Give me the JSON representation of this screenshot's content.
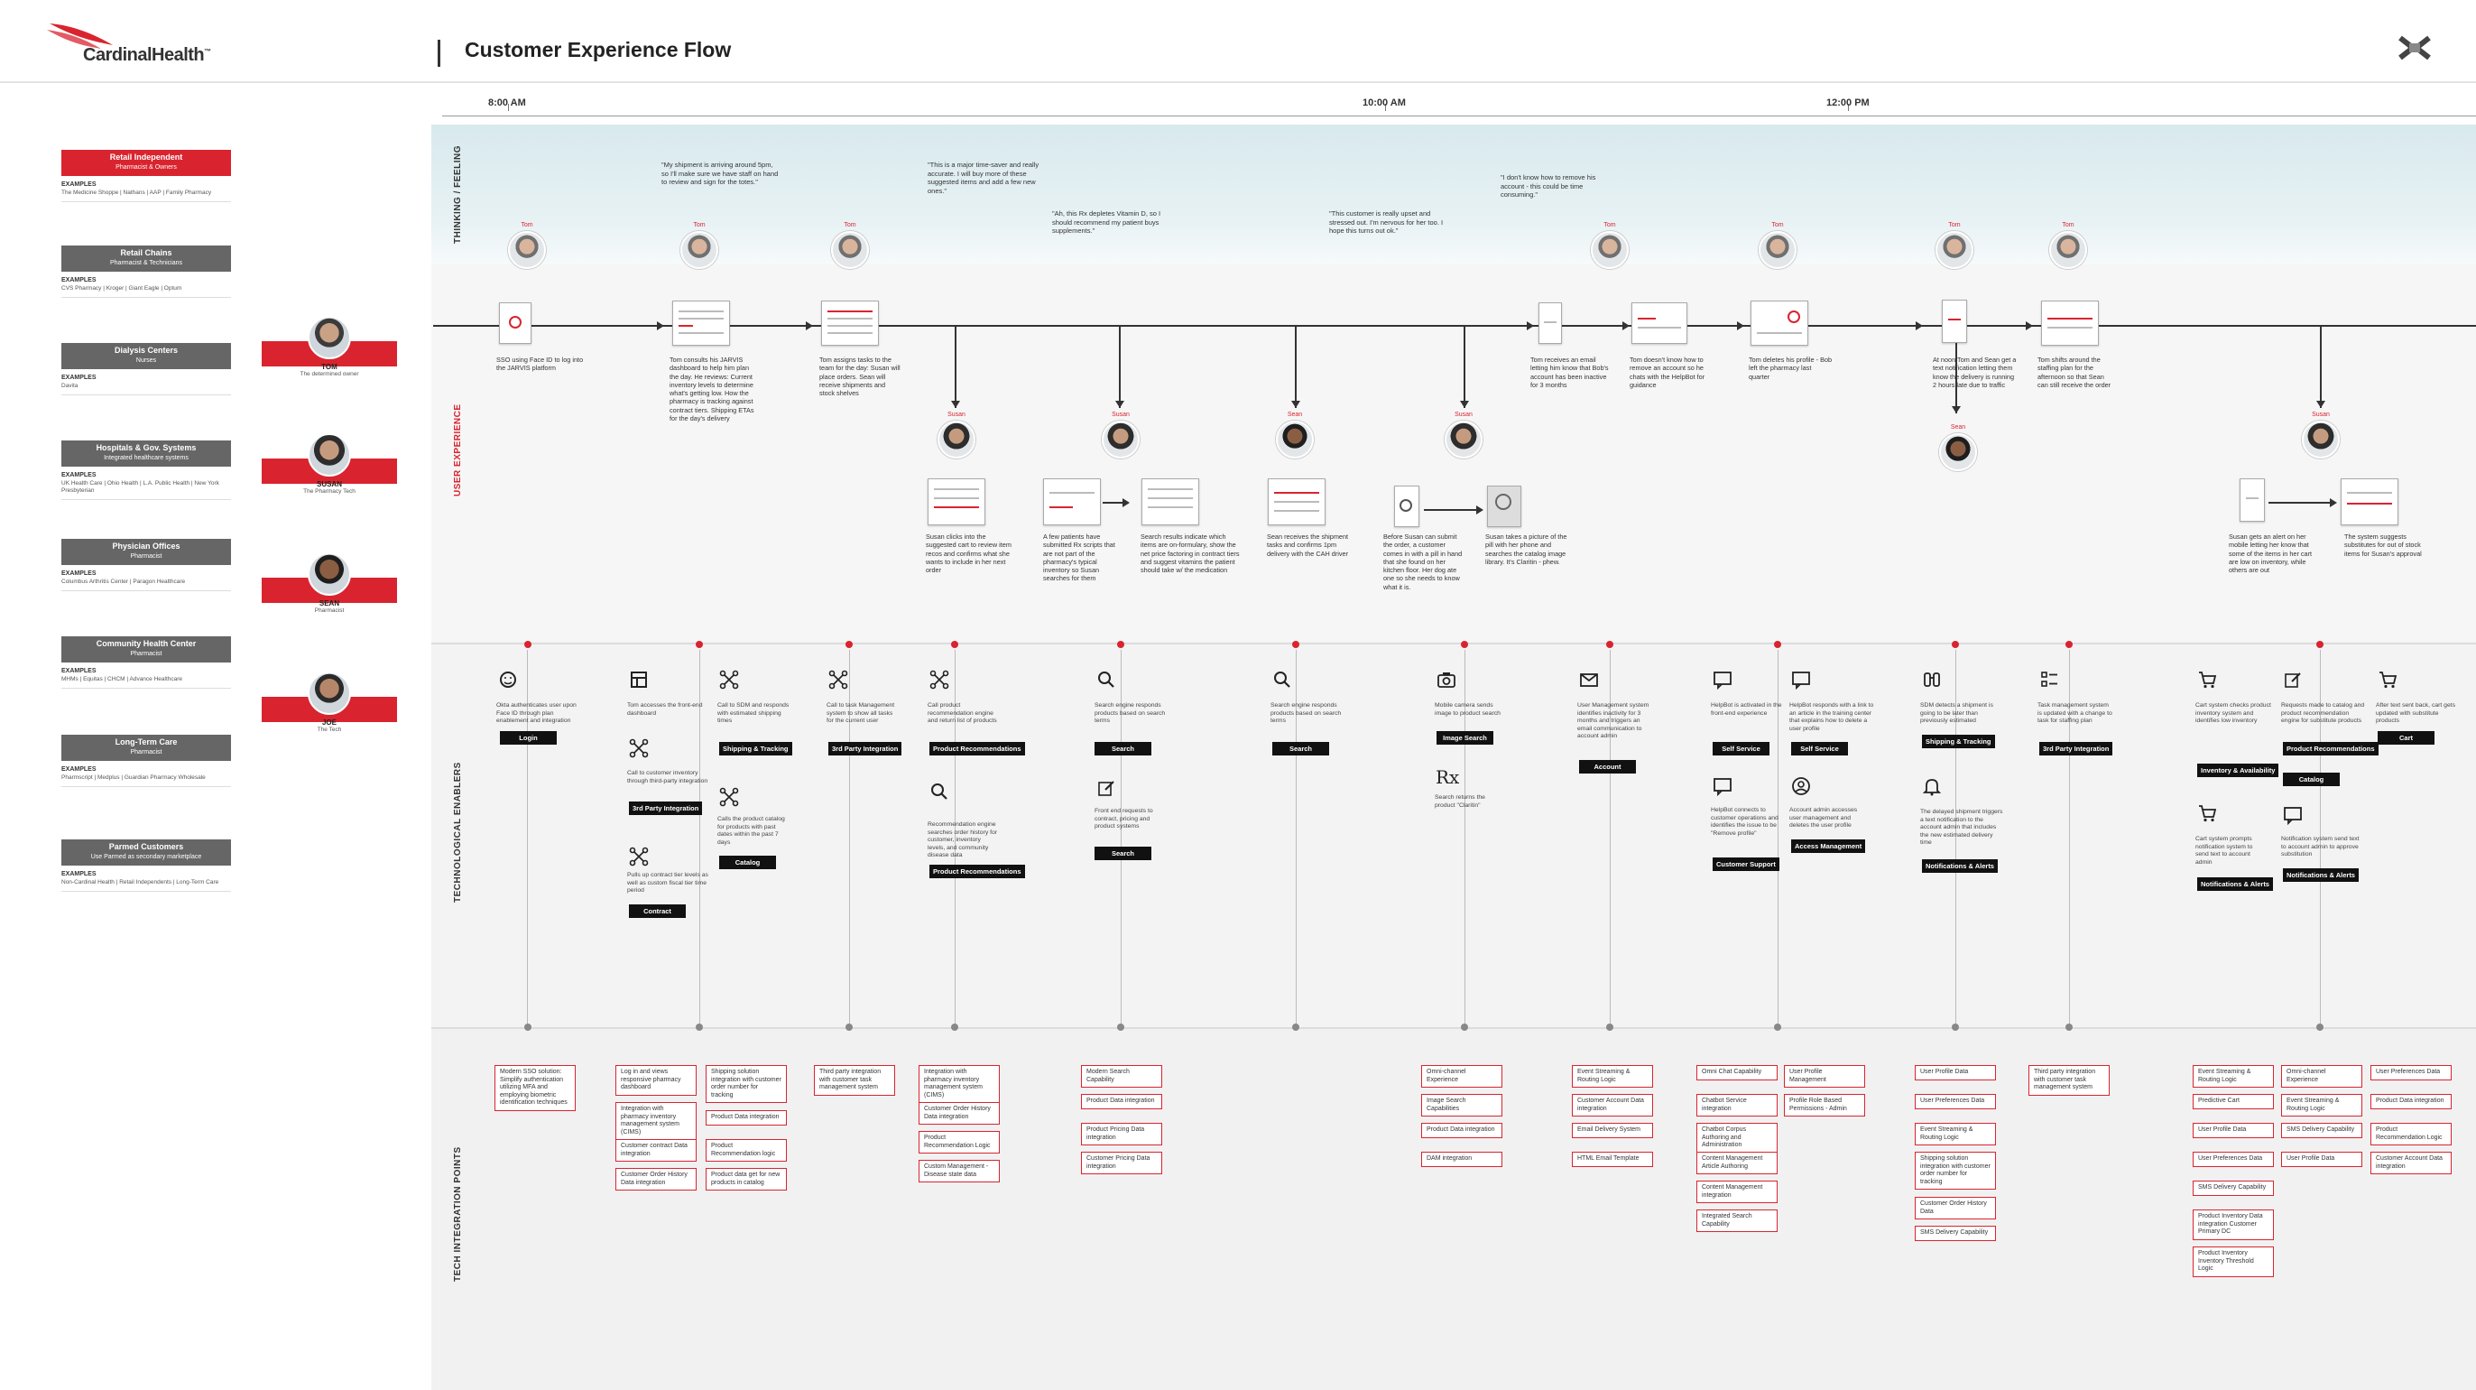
{
  "header": {
    "logo_text": "CardinalHealth",
    "logo_tm": "™",
    "title": "Customer Experience Flow",
    "brand_color": "#d9242f"
  },
  "timeline": {
    "times": [
      "8:00 AM",
      "10:00 AM",
      "12:00 PM"
    ]
  },
  "bands": {
    "thinking": "THINKING / FEELING",
    "ux": "USER EXPERIENCE",
    "tech": "TECHNOLOGICAL ENABLERS",
    "tip": "TECH INTEGRATION POINTS"
  },
  "segments": [
    {
      "name": "Retail Independent",
      "sub": "Pharmacist & Owners",
      "color": "#d9242f",
      "examples_label": "EXAMPLES",
      "list": "The Medicine Shoppe | Nathans | AAP | Family Pharmacy"
    },
    {
      "name": "Retail Chains",
      "sub": "Pharmacist & Technicians",
      "color": "#666666",
      "examples_label": "EXAMPLES",
      "list": "CVS Pharmacy | Kroger | Giant Eagle | Optum"
    },
    {
      "name": "Dialysis Centers",
      "sub": "Nurses",
      "color": "#666666",
      "examples_label": "EXAMPLES",
      "list": "Davita"
    },
    {
      "name": "Hospitals & Gov. Systems",
      "sub": "Integrated healthcare systems",
      "color": "#666666",
      "examples_label": "EXAMPLES",
      "list": "UK Health Care | Ohio Health | L.A. Public Health | New York Presbyterian"
    },
    {
      "name": "Physician Offices",
      "sub": "Pharmacist",
      "color": "#666666",
      "examples_label": "EXAMPLES",
      "list": "Columbus Arthritis Center | Paragon Healthcare"
    },
    {
      "name": "Community Health Center",
      "sub": "Pharmacist",
      "color": "#666666",
      "examples_label": "EXAMPLES",
      "list": "MHMs | Equitas | CHCM | Advance Healthcare"
    },
    {
      "name": "Long-Term Care",
      "sub": "Pharmacist",
      "color": "#666666",
      "examples_label": "EXAMPLES",
      "list": "Pharmscript | Medplus | Guardian Pharmacy Wholesale"
    },
    {
      "name": "Parmed Customers",
      "sub": "Use Parmed as secondary marketplace",
      "color": "#666666",
      "examples_label": "EXAMPLES",
      "list": "Non-Cardinal Health | Retail Independents | Long-Term Care"
    }
  ],
  "personas": [
    {
      "name": "TOM",
      "role": "The determined owner"
    },
    {
      "name": "SUSAN",
      "role": "The Pharmacy Tech"
    },
    {
      "name": "SEAN",
      "role": "Pharmacist"
    },
    {
      "name": "JOE",
      "role": "The Tech"
    }
  ],
  "quotes": [
    "\"My shipment is arriving around 5pm, so I'll make sure we have staff on hand to review and sign for the totes.\"",
    "\"This is a major time-saver and really accurate. I will buy more of these suggested items and add a few new ones.\"",
    "\"Ah, this Rx depletes Vitamin D, so I should recommend my patient buys supplements.\"",
    "\"This customer is really upset and stressed out. I'm nervous for her too. I hope this turns out ok.\"",
    "\"I don't know how to remove his account - this could be time consuming.\""
  ],
  "actors": [
    {
      "name": "Tom",
      "type": "tom"
    },
    {
      "name": "Tom",
      "type": "tom"
    },
    {
      "name": "Tom",
      "type": "tom"
    },
    {
      "name": "Tom",
      "type": "tom"
    },
    {
      "name": "Tom",
      "type": "tom"
    },
    {
      "name": "Tom",
      "type": "tom"
    },
    {
      "name": "Tom",
      "type": "tom"
    },
    {
      "name": "Susan",
      "type": "susan"
    },
    {
      "name": "Susan",
      "type": "susan"
    },
    {
      "name": "Sean",
      "type": "sean"
    },
    {
      "name": "Susan",
      "type": "susan"
    },
    {
      "name": "Sean",
      "type": "sean"
    },
    {
      "name": "Susan",
      "type": "susan"
    }
  ],
  "ux_steps": [
    "SSO using Face ID to log into the JARVIS platform",
    "Tom consults his JARVIS dashboard to help him plan the day. He reviews: Current inventory levels to determine what's getting low. How the pharmacy is tracking against contract tiers. Shipping ETAs for the day's delivery",
    "Tom assigns tasks to the team for the day: Susan will place orders. Sean will receive shipments and stock shelves",
    "Susan clicks into the suggested cart to review item recos and confirms what she wants to include in her next order",
    "A few patients have submitted Rx scripts that are not part of the pharmacy's typical inventory so Susan searches for them",
    "Search results indicate which items are on-formulary, show the net price factoring in contract tiers and suggest vitamins the patient should take w/ the medication",
    "Sean receives the shipment tasks and confirms 1pm delivery with the CAH driver",
    "Before Susan can submit the order, a customer comes in with a pill in hand that she found on her kitchen floor. Her dog ate one so she needs to know what it is.",
    "Susan takes a picture of the pill with her phone and searches the catalog image library. It's Claritin - phew.",
    "Tom receives an email letting him know that Bob's account has been inactive for 3 months",
    "Tom doesn't know how to remove an account so he chats with the HelpBot for guidance",
    "Tom deletes his profile - Bob left the pharmacy last quarter",
    "At noon Tom and Sean get a text notification letting them know the delivery is running 2 hours late due to traffic",
    "Tom shifts around the staffing plan for the afternoon so that Sean can still receive the order",
    "Susan gets an alert on her mobile letting her know that some of the items in her cart are low on inventory, while others are out",
    "The system suggests substitutes for out of stock items for Susan's approval"
  ],
  "tech": [
    {
      "desc": "Okta authenticates user upon Face ID through plan enablement and integration",
      "badge": "Login"
    },
    {
      "desc": "Tom accesses the front-end dashboard",
      "badge": ""
    },
    {
      "desc": "Call to customer inventory through third-party integration",
      "badge": "3rd Party Integration"
    },
    {
      "desc": "Pulls up contract tier levels as well as custom fiscal tier time period",
      "badge": "Contract"
    },
    {
      "desc": "Call to SDM and responds with estimated shipping times",
      "badge": "Shipping & Tracking"
    },
    {
      "desc": "Calls the product catalog for products with past dates within the past 7 days",
      "badge": "Catalog"
    },
    {
      "desc": "Call to task Management system to show all tasks for the current user",
      "badge": "3rd Party Integration"
    },
    {
      "desc": "Call product recommendation engine and return list of products",
      "badge": "Product Recommendations"
    },
    {
      "desc": "Recommendation engine searches order history for customer, inventory levels, and community disease data",
      "badge": "Product Recommendations"
    },
    {
      "desc": "Search engine responds products based on search terms",
      "badge": "Search"
    },
    {
      "desc": "Front end requests to contract, pricing and product systems",
      "badge": "Search"
    },
    {
      "desc": "Search engine responds products based on search terms",
      "badge": "Search"
    },
    {
      "desc": "Mobile camera sends image to product search",
      "badge": "Image Search"
    },
    {
      "desc": "Search returns the product \"Claritin\"",
      "badge": ""
    },
    {
      "desc": "User Management system identifies inactivity for 3 months and triggers an email communication to account admin",
      "badge": "Account"
    },
    {
      "desc": "HelpBot is activated in the front-end experience",
      "badge": "Self Service"
    },
    {
      "desc": "HelpBot connects to customer operations and identifies the issue to be \"Remove profile\"",
      "badge": "Customer Support"
    },
    {
      "desc": "HelpBot responds with a link to an article in the training center that explains how to delete a user profile",
      "badge": "Self Service"
    },
    {
      "desc": "Account admin accesses user management and deletes the user profile",
      "badge": "Access Management"
    },
    {
      "desc": "SDM detects a shipment is going to be later than previously estimated",
      "badge": "Shipping & Tracking"
    },
    {
      "desc": "The delayed shipment triggers a text notification to the account admin that includes the new estimated delivery time",
      "badge": "Notifications & Alerts"
    },
    {
      "desc": "Task management system is updated with a change to task for staffing plan",
      "badge": "3rd Party Integration"
    },
    {
      "desc": "Cart system checks product inventory system and identifies low inventory",
      "badge": "Inventory & Availability"
    },
    {
      "desc": "Cart system prompts notification system to send text to account admin",
      "badge": "Notifications & Alerts"
    },
    {
      "desc": "Requests made to catalog and product recommendation engine for substitute products",
      "badge": "Product Recommendations"
    },
    {
      "desc": "",
      "badge": "Catalog"
    },
    {
      "desc": "Notification system send text to account admin to approve substitution",
      "badge": "Notifications & Alerts"
    },
    {
      "desc": "After text sent back, cart gets updated with substitute products",
      "badge": "Cart"
    }
  ],
  "tip": [
    [
      "Modern SSO solution: Simplify authentication utilizing MFA and employing biometric identification techniques"
    ],
    [
      "Log in and views responsive pharmacy dashboard",
      "Integration with pharmacy inventory management system (CIMS)",
      "Customer contract Data integration",
      "Customer Order History Data integration"
    ],
    [
      "Shipping solution integration with customer order number for tracking",
      "Product Data integration",
      "Product Recommendation logic",
      "Product data get for new products in catalog"
    ],
    [
      "Third party integration with customer task management system"
    ],
    [
      "Integration with pharmacy inventory management system (CIMS)",
      "Customer Order History Data integration",
      "Product Recommendation Logic",
      "Custom Management - Disease state data"
    ],
    [
      "Modern Search Capability",
      "Product Data integration",
      "Product Pricing Data integration",
      "Customer Pricing Data integration"
    ],
    [
      "Omni-channel Experience",
      "Image Search Capabilities",
      "Product Data integration",
      "DAM integration"
    ],
    [
      "Event Streaming & Routing Logic",
      "Customer Account Data integration",
      "Email Delivery System",
      "HTML Email Template"
    ],
    [
      "Omni Chat Capability",
      "Chatbot Service integration",
      "Chatbot Corpus Authoring and Administration",
      "Content Management Article Authoring",
      "Content Management integration",
      "Integrated Search Capability"
    ],
    [
      "User Profile Management",
      "Profile Role Based Permissions - Admin"
    ],
    [
      "User Profile Data",
      "User Preferences Data",
      "Event Streaming & Routing Logic",
      "Shipping solution integration with customer order number for tracking",
      "Customer Order History Data",
      "SMS Delivery Capability"
    ],
    [
      "Third party integration with customer task management system"
    ],
    [
      "Event Streaming & Routing Logic",
      "Predictive Cart",
      "User Profile Data",
      "User Preferences Data",
      "SMS Delivery Capability",
      "Product Inventory Data integration Customer Primary DC",
      "Product Inventory Inventory Threshold Logic"
    ],
    [
      "Omni-channel Experience",
      "Event Streaming & Routing Logic",
      "SMS Delivery Capability",
      "User Profile Data"
    ],
    [
      "User Preferences Data",
      "Product Data integration",
      "Product Recommendation Logic",
      "Customer Account Data integration"
    ]
  ],
  "icons": [
    "faceid-icon",
    "dashboard-icon",
    "network-icon",
    "search-icon",
    "camera-icon",
    "email-icon",
    "chat-icon",
    "binoculars-icon",
    "task-icon",
    "cart-icon",
    "edit-icon",
    "bell-icon",
    "user-icon",
    "rx-icon"
  ]
}
